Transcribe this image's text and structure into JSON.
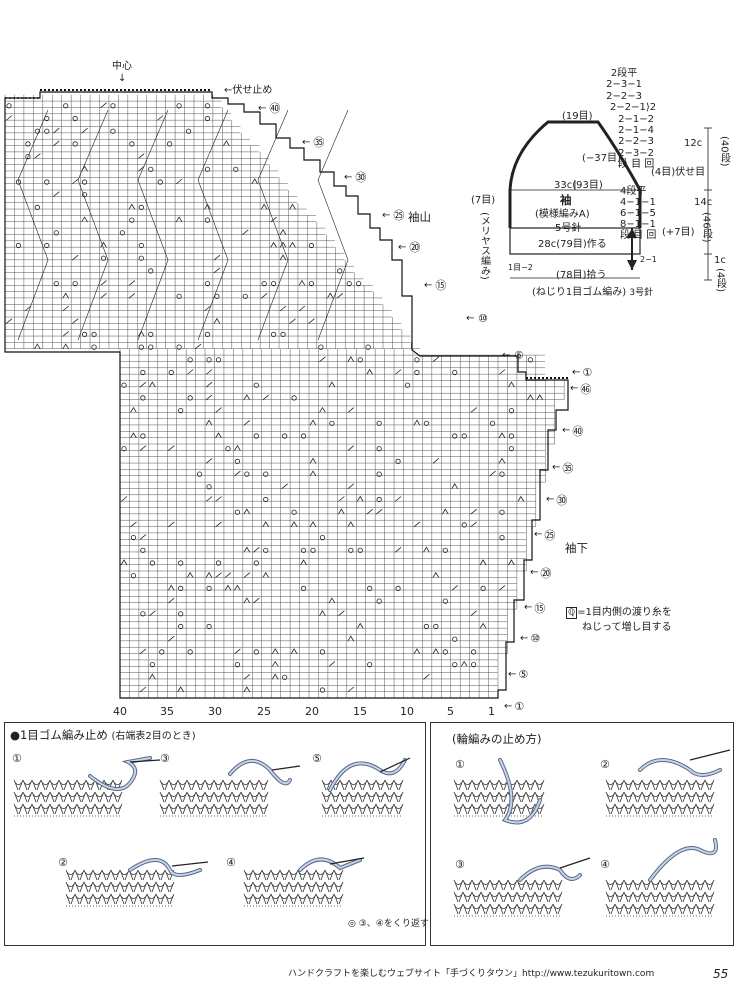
{
  "chart": {
    "center_label": "中心",
    "bind_off_label": "伏せ止め",
    "sleeve_cap_label": "袖山",
    "sleeve_underarm_label": "袖下",
    "cap_rows": [
      "⑤",
      "⑩",
      "⑮",
      "⑳",
      "㉕",
      "㉚",
      "㉟",
      "㊵"
    ],
    "body_rows": [
      "①",
      "⑤",
      "⑩",
      "⑮",
      "⑳",
      "㉕",
      "㉚",
      "㉟",
      "㊵",
      "㊻"
    ],
    "cap_top_row": "①",
    "bottom_stitches": [
      "40",
      "35",
      "30",
      "25",
      "20",
      "15",
      "10",
      "5",
      "1"
    ],
    "legend_symbol": "ℚ",
    "legend_line1": "=1目内側の渡り糸を",
    "legend_line2": "ねじって増し目する"
  },
  "schematic": {
    "cap_table": [
      "2段平",
      "2−3−1",
      "2−2−3",
      "2−2−1",
      "2−1−2",
      "2−1−4",
      "2−2−3",
      "2−3−2",
      "段 目 回"
    ],
    "cap_table_side": "2",
    "top_width": "(19目)",
    "cap_decrease": "(−37目)",
    "cap_bindoff": "(4目)伏せ目",
    "width_33": "33c(93目)",
    "sleeve_title": "袖",
    "pattern_name": "(模様編みA)",
    "needle_5": "5号針",
    "side_stitches": "(7目)",
    "stockinette": "メリヤス編み",
    "inc_table": [
      "4段平",
      "4−1−1",
      "6−1−5",
      "8−1−1",
      "段 目 回"
    ],
    "increase": "(+7目)",
    "cast_on": "28c(79目)作る",
    "pick_up": "(78目)拾う",
    "ribbing": "(ねじり1目ゴム編み)",
    "needle_3": "3号針",
    "dim_cap_cm": "12c",
    "dim_cap_rows": "40段",
    "dim_body_cm": "14c",
    "dim_body_rows": "46段",
    "dim_rib_cm": "1c",
    "dim_rib_rows": "4段",
    "small_left": "1目−2",
    "small_right": "2−1"
  },
  "bottom": {
    "left_title": "1目ゴム編み止め",
    "left_sub": "(右端表2目のとき)",
    "right_title": "(輪編みの止め方)",
    "left_steps": [
      "①",
      "②",
      "③",
      "④",
      "⑤"
    ],
    "right_steps": [
      "①",
      "②",
      "③",
      "④"
    ],
    "repeat_note": "③、④をくり返す"
  },
  "footer": {
    "text": "ハンドクラフトを楽しむウェブサイト「手づくりタウン」http://www.tezukuritown.com",
    "page": "55"
  }
}
